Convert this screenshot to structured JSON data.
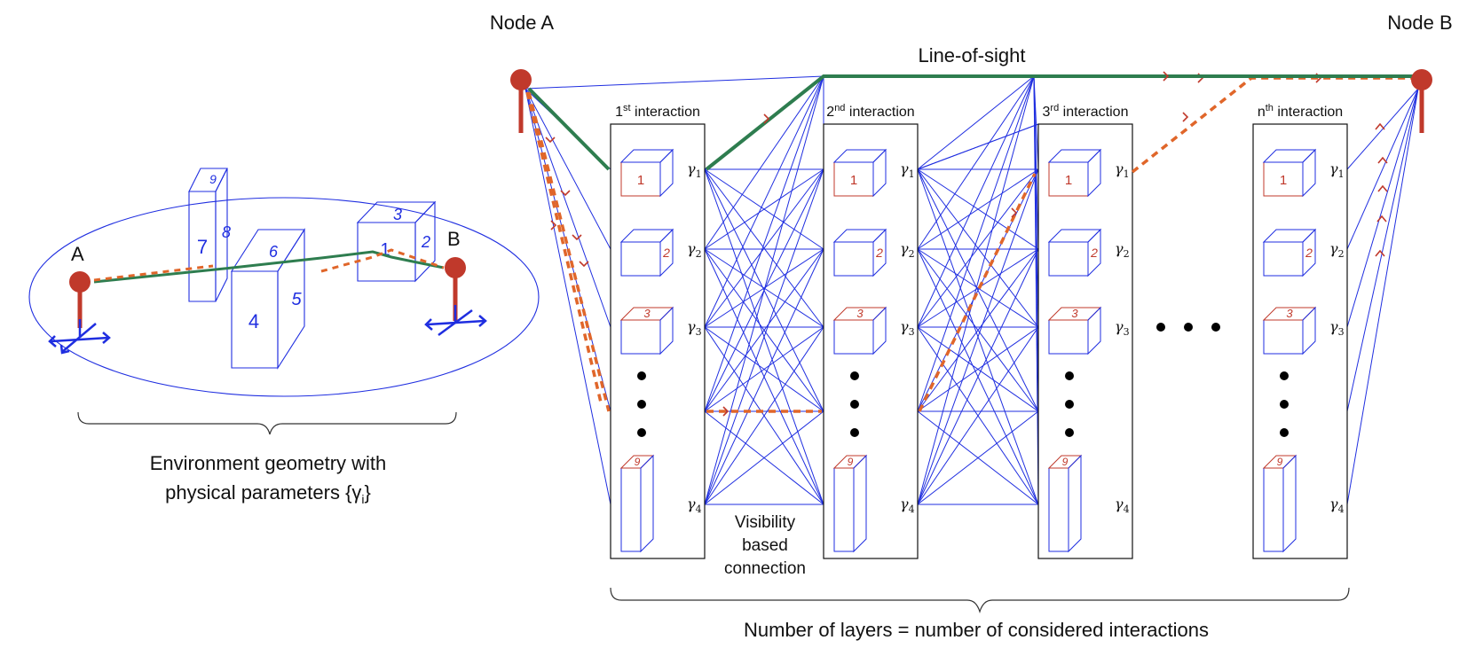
{
  "left": {
    "label_a": "A",
    "label_b": "B",
    "caption_line1": "Environment geometry with",
    "caption_line2": "physical parameters {γ",
    "caption_sub": "i",
    "caption_close": "}",
    "faces": {
      "b9_top": "9",
      "b9_front": "7",
      "b9_side": "8",
      "b4_top": "6",
      "b4_front": "4",
      "b4_side": "5",
      "b3_top": "3",
      "b3_front": "1",
      "b3_side": "2"
    }
  },
  "right": {
    "node_a": "Node A",
    "node_b": "Node B",
    "los": "Line-of-sight",
    "layers": [
      {
        "label": "1",
        "sup": "st",
        "suffix": " interaction"
      },
      {
        "label": "2",
        "sup": "nd",
        "suffix": " interaction"
      },
      {
        "label": "3",
        "sup": "rd",
        "suffix": " interaction"
      },
      {
        "label": "n",
        "sup": "th",
        "suffix": " interaction"
      }
    ],
    "gammas": [
      "γ1",
      "γ2",
      "γ3",
      "γ4"
    ],
    "cube_faces": [
      "1",
      "2",
      "3",
      "9"
    ],
    "visibility": [
      "Visibility",
      "based",
      "connection"
    ],
    "bottom_caption": "Number of layers = number of considered interactions"
  },
  "colors": {
    "blue": "#1f2ee0",
    "red": "#c0392b",
    "green": "#2e7d4f",
    "orange": "#e0662a"
  }
}
